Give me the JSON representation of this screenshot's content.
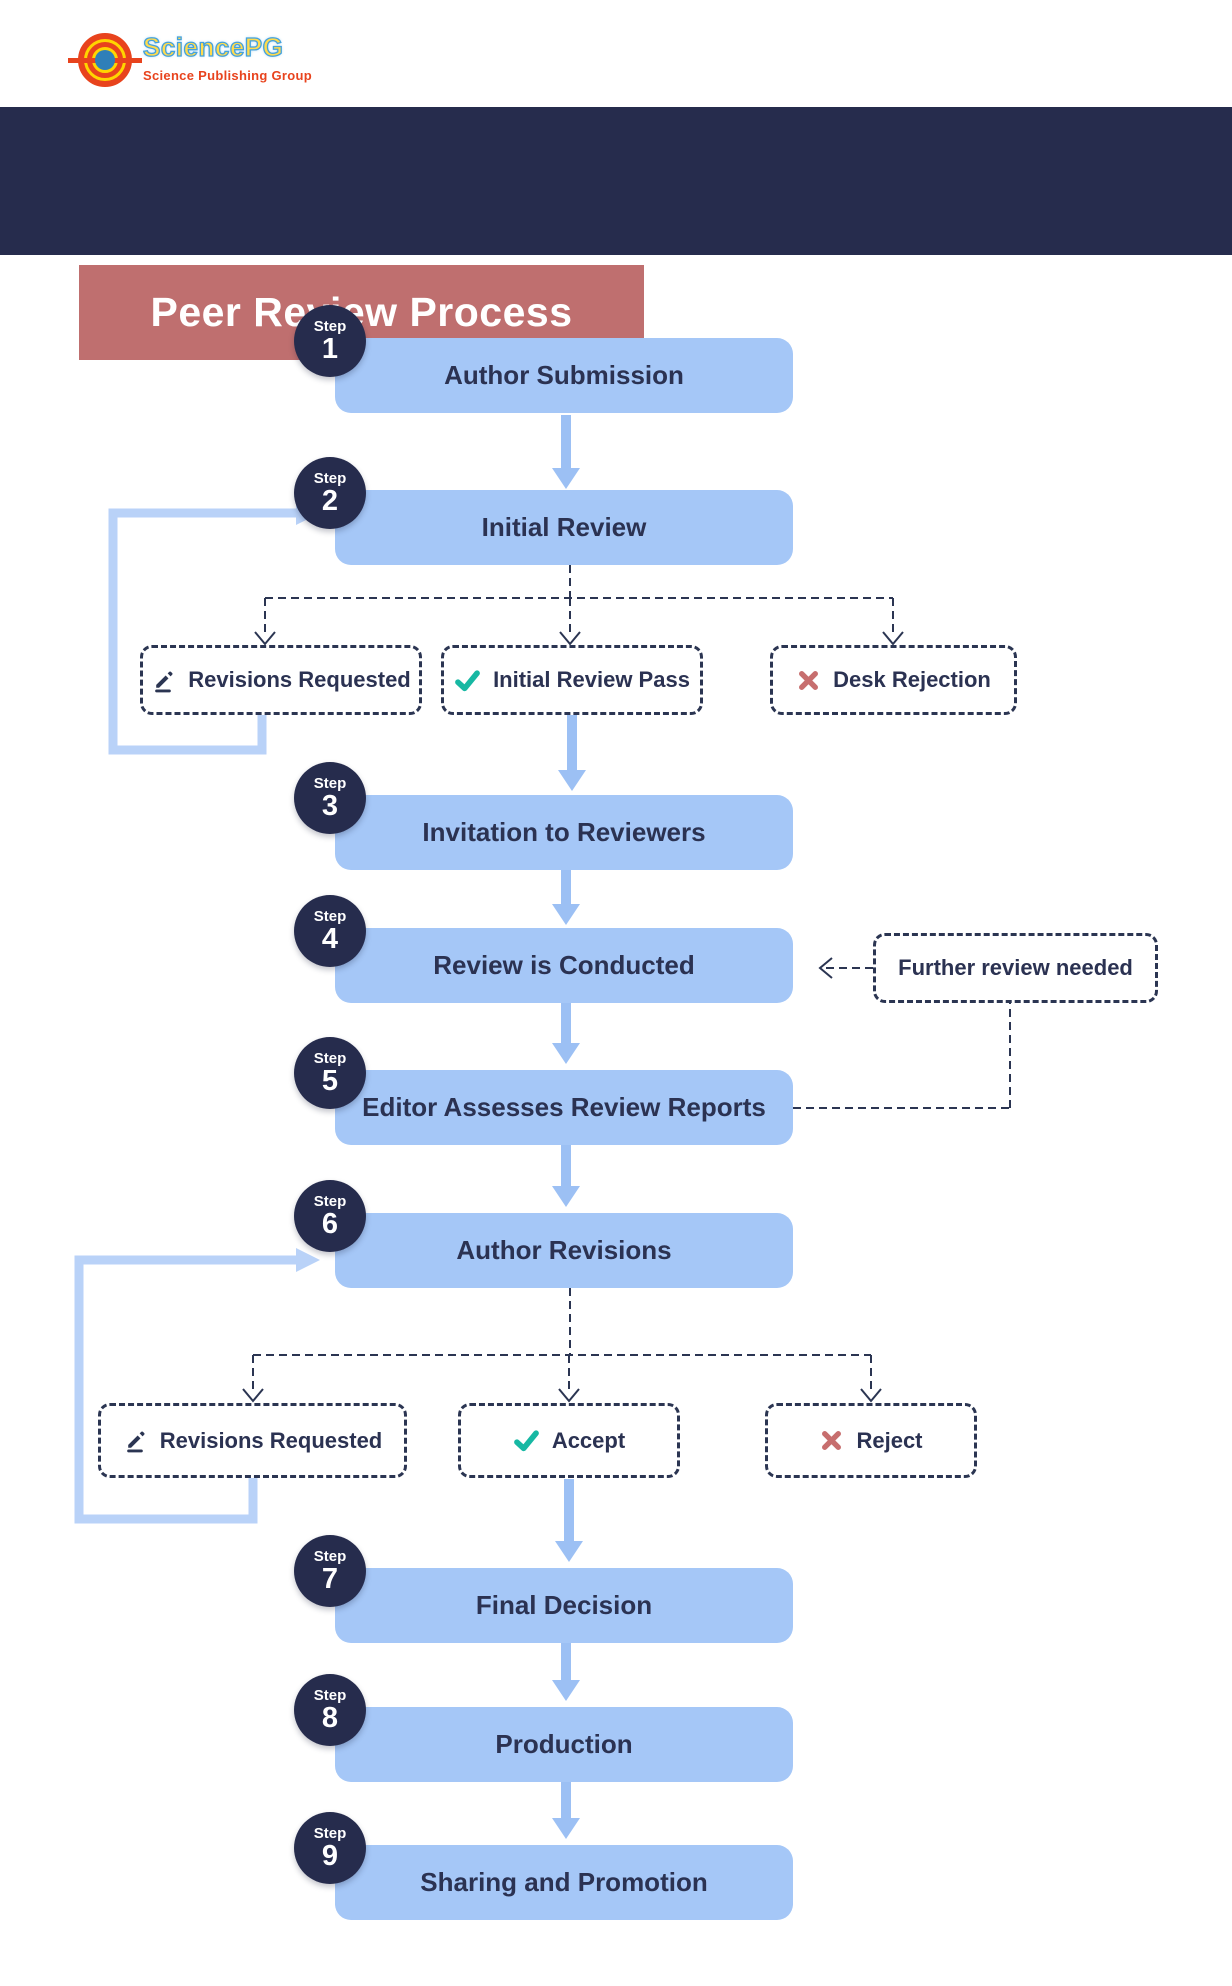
{
  "logo": {
    "name": "SciencePG",
    "tagline": "Science Publishing Group"
  },
  "header": {
    "title": "Peer Review Process"
  },
  "steps": [
    {
      "step_label": "Step",
      "number": "1",
      "title": "Author Submission"
    },
    {
      "step_label": "Step",
      "number": "2",
      "title": "Initial Review"
    },
    {
      "step_label": "Step",
      "number": "3",
      "title": "Invitation to Reviewers"
    },
    {
      "step_label": "Step",
      "number": "4",
      "title": "Review is Conducted"
    },
    {
      "step_label": "Step",
      "number": "5",
      "title": "Editor Assesses Review Reports"
    },
    {
      "step_label": "Step",
      "number": "6",
      "title": "Author Revisions"
    },
    {
      "step_label": "Step",
      "number": "7",
      "title": "Final Decision"
    },
    {
      "step_label": "Step",
      "number": "8",
      "title": "Production"
    },
    {
      "step_label": "Step",
      "number": "9",
      "title": "Sharing and Promotion"
    }
  ],
  "branch1": {
    "options": [
      {
        "icon": "pencil-icon",
        "label": "Revisions Requested"
      },
      {
        "icon": "check-icon",
        "label": "Initial Review Pass"
      },
      {
        "icon": "x-icon",
        "label": "Desk Rejection"
      }
    ]
  },
  "branch2": {
    "options": [
      {
        "icon": "pencil-icon",
        "label": "Revisions Requested"
      },
      {
        "icon": "check-icon",
        "label": "Accept"
      },
      {
        "icon": "x-icon",
        "label": "Reject"
      }
    ]
  },
  "side_note": {
    "label": "Further review needed"
  },
  "colors": {
    "navy": "#262c4d",
    "rose": "#bf6f6f",
    "box_blue": "#a5c7f7",
    "arrow_blue": "#9cc0f4",
    "loop_blue": "#b9d2f8",
    "dash_navy": "#2b3552",
    "text_navy": "#2b3252",
    "check_teal": "#17b8a3",
    "x_red": "#c76e6e",
    "logo_red": "#e8431d",
    "logo_yellow": "#ffd500",
    "logo_blue": "#2f7fb8"
  }
}
